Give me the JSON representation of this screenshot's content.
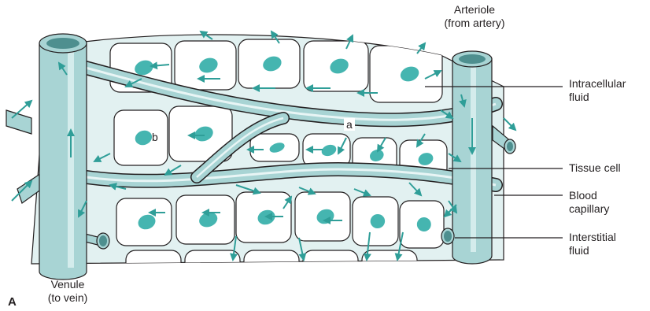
{
  "labels": {
    "arteriole": [
      "Arteriole",
      "(from artery)"
    ],
    "intracellular_fluid": [
      "Intracellular",
      "fluid"
    ],
    "tissue_cell": "Tissue cell",
    "blood_capillary": [
      "Blood",
      "capillary"
    ],
    "interstitial_fluid": [
      "Interstitial",
      "fluid"
    ],
    "venule": [
      "Venule",
      "(to vein)"
    ],
    "marker_a": "a",
    "marker_b": "b",
    "panel": "A"
  },
  "colors": {
    "vessel_fill": "#a8d4d4",
    "vessel_dark": "#4e8f8f",
    "outline": "#231f20",
    "interstitial": "#e2f1f1",
    "cell_fill": "#ffffff",
    "nucleus": "#45b5b0",
    "arrow": "#2f9e98",
    "leader_line": "#231f20"
  }
}
